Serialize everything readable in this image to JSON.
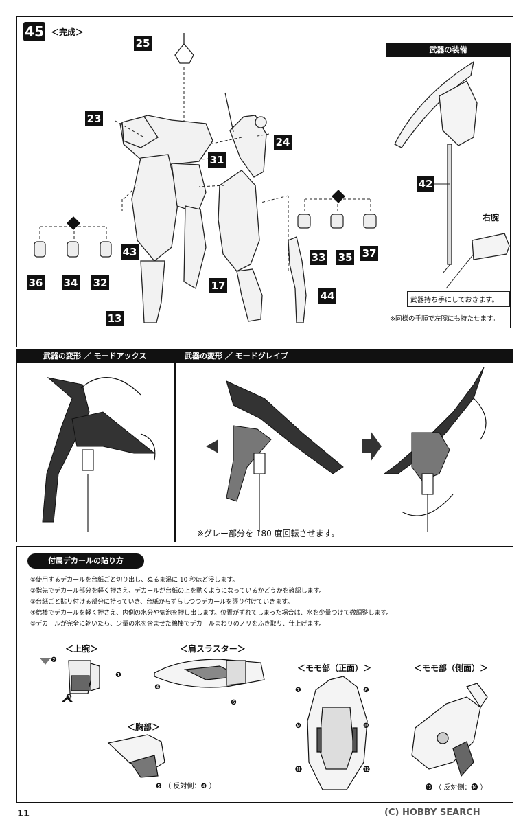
{
  "step": {
    "number": "45",
    "title": "＜完成＞",
    "part_labels": [
      "25",
      "23",
      "31",
      "24",
      "43",
      "17",
      "13",
      "33",
      "35",
      "37",
      "36",
      "34",
      "32",
      "44"
    ]
  },
  "weapon_equip": {
    "header": "武器の装備",
    "part_label": "42",
    "arm_label": "右腕",
    "instruction": "武器持ち手にしておきます。",
    "note": "※同様の手順で左腕にも持たせます。"
  },
  "axe_mode": {
    "header": "武器の変形 ／ モードアックス"
  },
  "glaive_mode": {
    "header": "武器の変形 ／ モードグレイブ",
    "note": "※グレー部分を 180 度回転させます。"
  },
  "decal": {
    "header": "付属デカールの貼り方",
    "steps": [
      "①使用するデカールを台紙ごと切り出し、ぬるま湯に 10 秒ほど浸します。",
      "②指先でデカール部分を軽く押さえ、デカールが台紙の上を動くようになっているかどうかを確認します。",
      "③台紙ごと貼り付ける部分に持っていき、台紙からずらしつつデカールを張り付けていきます。",
      "④綿棒でデカールを軽く押さえ、内側の水分や気泡を押し出します。位置がずれてしまった場合は、水を少量つけて微調整します。",
      "⑤デカールが完全に乾いたら、少量の水を含ませた綿棒でデカールまわりのノリをふき取り、仕上げます。"
    ],
    "upper_arm": {
      "title": "＜上腕＞",
      "nums": [
        "❷",
        "❶",
        "❸"
      ]
    },
    "shoulder": {
      "title": "＜肩スラスター＞",
      "nums": [
        "❹",
        "❻"
      ]
    },
    "chest": {
      "title": "＜胸部＞",
      "num": "❺",
      "opposite": "（ 反対側：",
      "opposite_num": "❹",
      "close": " ）"
    },
    "thigh_front": {
      "title": "＜モモ部（正面）＞",
      "nums": [
        "❼",
        "❽",
        "❾",
        "❿",
        "⓫",
        "⓬"
      ]
    },
    "thigh_side": {
      "title": "＜モモ部（側面）＞",
      "num": "⓭",
      "opposite": "（ 反対側：",
      "opposite_num": "⓮",
      "close": " ）"
    }
  },
  "footer": {
    "page_number": "11",
    "watermark_text": "(C) HOBBY SEARCH",
    "watermark_logo": "HOBBY SEARCH"
  }
}
